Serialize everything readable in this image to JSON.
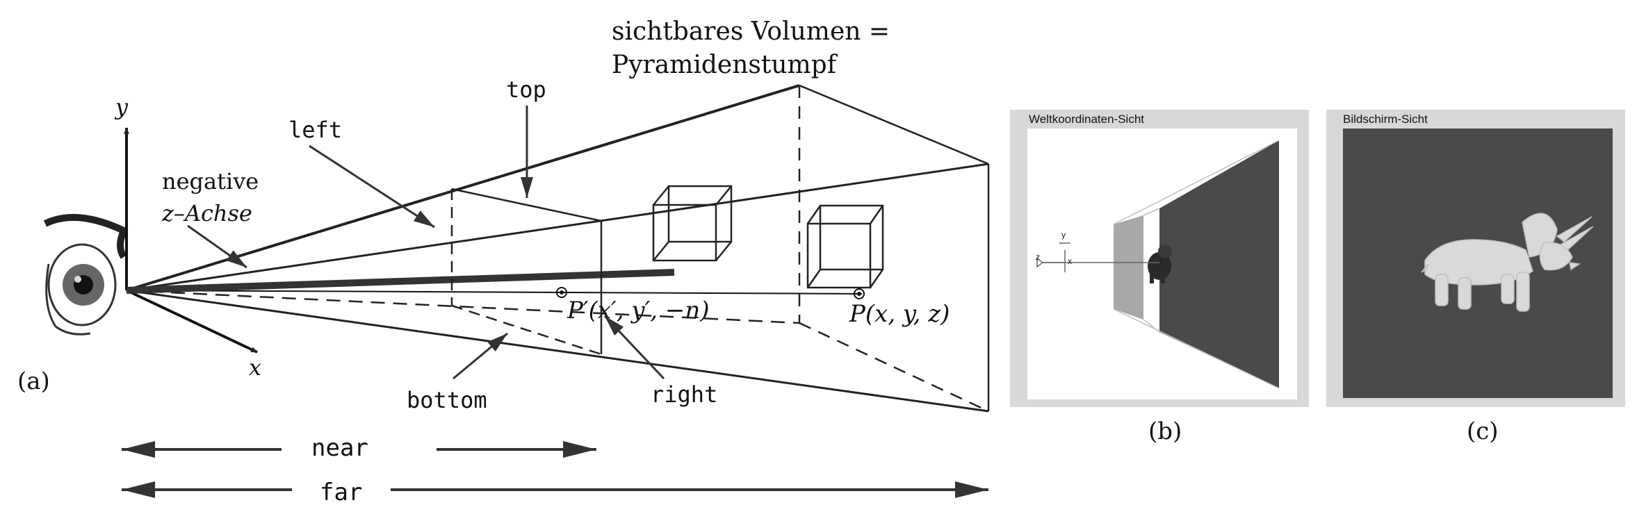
{
  "panel_a": {
    "title_line1": "sichtbares Volumen =",
    "title_line2": "Pyramidenstumpf",
    "axis_y": "y",
    "axis_x": "x",
    "neg_z_line1": "negative",
    "neg_z_line2": "z–Achse",
    "label_left": "left",
    "label_top": "top",
    "label_bottom": "bottom",
    "label_right": "right",
    "point_projected": "P′(x′, y′, −n)",
    "point_original": "P(x, y, z)",
    "label_near": "near",
    "label_far": "far",
    "caption": "(a)"
  },
  "panel_b": {
    "window_title": "Weltkoordinaten-Sicht",
    "caption": "(b)",
    "axis_labels": [
      "y",
      "x",
      "z"
    ]
  },
  "panel_c": {
    "window_title": "Bildschirm-Sicht",
    "caption": "(c)"
  },
  "colors": {
    "frame": "#d8d8d8",
    "dark_view": "#4a4a4a",
    "near_plane": "#a8a8a8"
  }
}
